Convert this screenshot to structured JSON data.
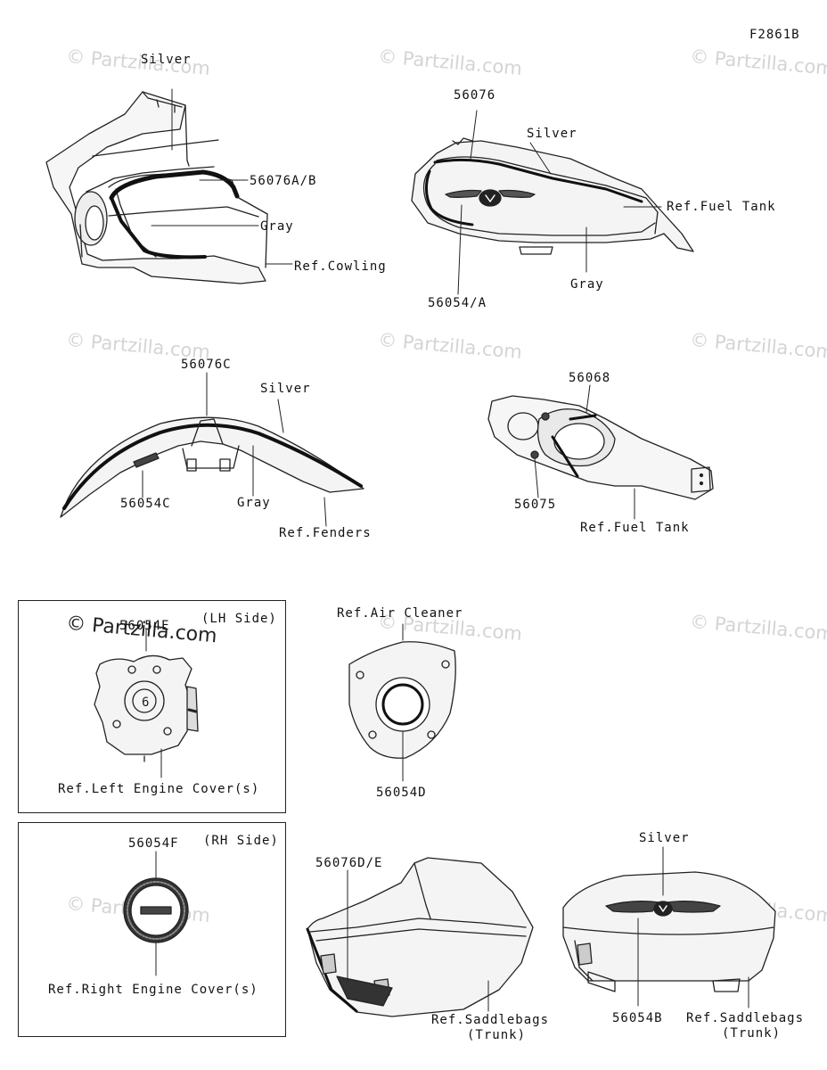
{
  "figure_code": "F2861B",
  "watermark": "© Partzilla.com",
  "labels": {
    "cowl_silver": "Silver",
    "cowl_part": "56076A/B",
    "cowl_gray": "Gray",
    "cowl_ref": "Ref.Cowling",
    "tank_part": "56076",
    "tank_silver": "Silver",
    "tank_ref": "Ref.Fuel Tank",
    "tank_gray": "Gray",
    "tank_emblem": "56054/A",
    "fender_part": "56076C",
    "fender_silver": "Silver",
    "fender_emblem": "56054C",
    "fender_gray": "Gray",
    "fender_ref": "Ref.Fenders",
    "tankcover_part": "56068",
    "tankcover_emblem": "56075",
    "tankcover_ref": "Ref.Fuel Tank",
    "lh_part": "56054E",
    "lh_side": "(LH Side)",
    "lh_ref": "Ref.Left Engine Cover(s)",
    "air_ref": "Ref.Air Cleaner",
    "air_part": "56054D",
    "rh_part": "56054F",
    "rh_side": "(RH Side)",
    "rh_ref": "Ref.Right Engine Cover(s)",
    "bag_part": "56076D/E",
    "bag_ref_1": "Ref.Saddlebags",
    "bag_ref_2": "(Trunk)",
    "trunk_silver": "Silver",
    "trunk_emblem": "56054B",
    "trunk_ref_1": "Ref.Saddlebags",
    "trunk_ref_2": "(Trunk)"
  }
}
